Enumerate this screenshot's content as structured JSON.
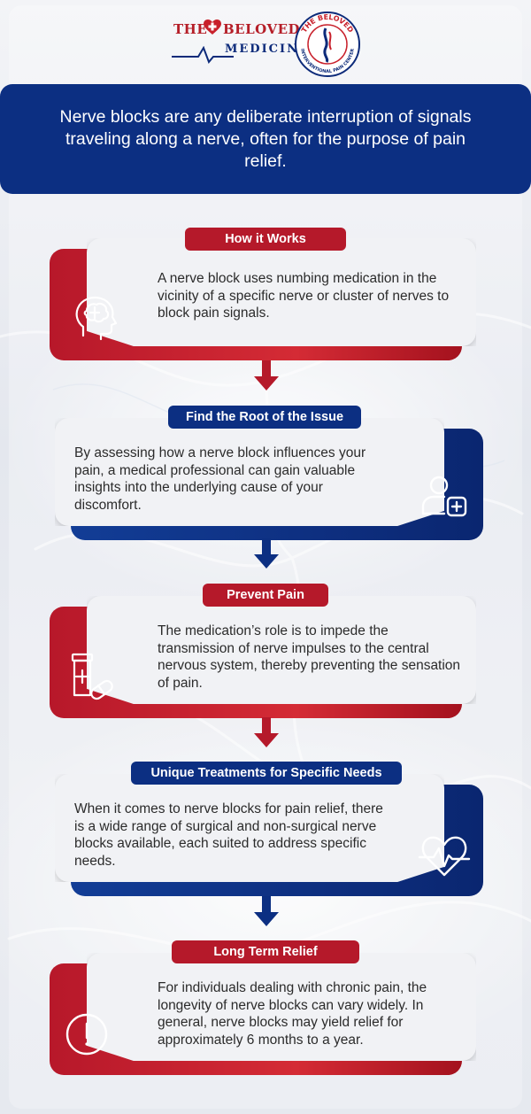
{
  "logo": {
    "the": "THE",
    "beloved": "BELOVED",
    "medicine": "EDICINE",
    "medicine_initial": "M",
    "circle_top": "THE BELOVED",
    "circle_bottom": "INTERVENTIONAL PAIN CENTER"
  },
  "intro": {
    "text": "Nerve blocks are any deliberate interruption of signals traveling along a nerve, often for the purpose of pain relief."
  },
  "sections": [
    {
      "title": "How it Works",
      "text": "A nerve block uses numbing medication in the vicinity of a specific nerve or cluster of nerves to block pain signals.",
      "color": "#b5192a",
      "icon": "brain-head-icon"
    },
    {
      "title": "Find the Root of the Issue",
      "text": "By assessing how a nerve block influences your pain, a medical professional can gain valuable insights into the underlying cause of your discomfort.",
      "color": "#0c2f82",
      "icon": "user-plus-icon"
    },
    {
      "title": "Prevent Pain",
      "text": "The medication’s role is to impede the transmission of nerve impulses to the central nervous system, thereby preventing the sensation of pain.",
      "color": "#b5192a",
      "icon": "medicine-bottle-icon"
    },
    {
      "title": "Unique Treatments for Specific Needs",
      "text": "When it comes to nerve blocks for pain relief, there is a wide range of surgical and non-surgical nerve blocks available, each suited to address specific needs.",
      "color": "#0c2f82",
      "icon": "heart-pulse-icon"
    },
    {
      "title": "Long Term Relief",
      "text": "For individuals dealing with chronic pain, the longevity of nerve blocks can vary widely. In general, nerve blocks may yield relief for approximately 6 months to a year.",
      "color": "#b5192a",
      "icon": "warning-circle-icon"
    }
  ]
}
